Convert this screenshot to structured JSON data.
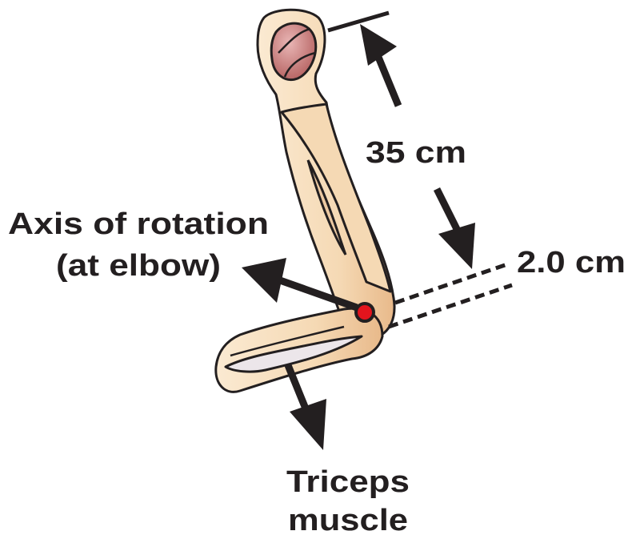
{
  "labels": {
    "distance_35": "35 cm",
    "distance_2": "2.0 cm",
    "axis_line1": "Axis of rotation",
    "axis_line2": "(at elbow)",
    "triceps_line1": "Triceps",
    "triceps_line2": "muscle"
  },
  "colors": {
    "bone": "#f5d9b4",
    "bone_shade": "#e8b98a",
    "outline": "#231f20",
    "muscle": "#ece6ea",
    "ball": "#c8787a",
    "pivot": "#e3141d"
  }
}
